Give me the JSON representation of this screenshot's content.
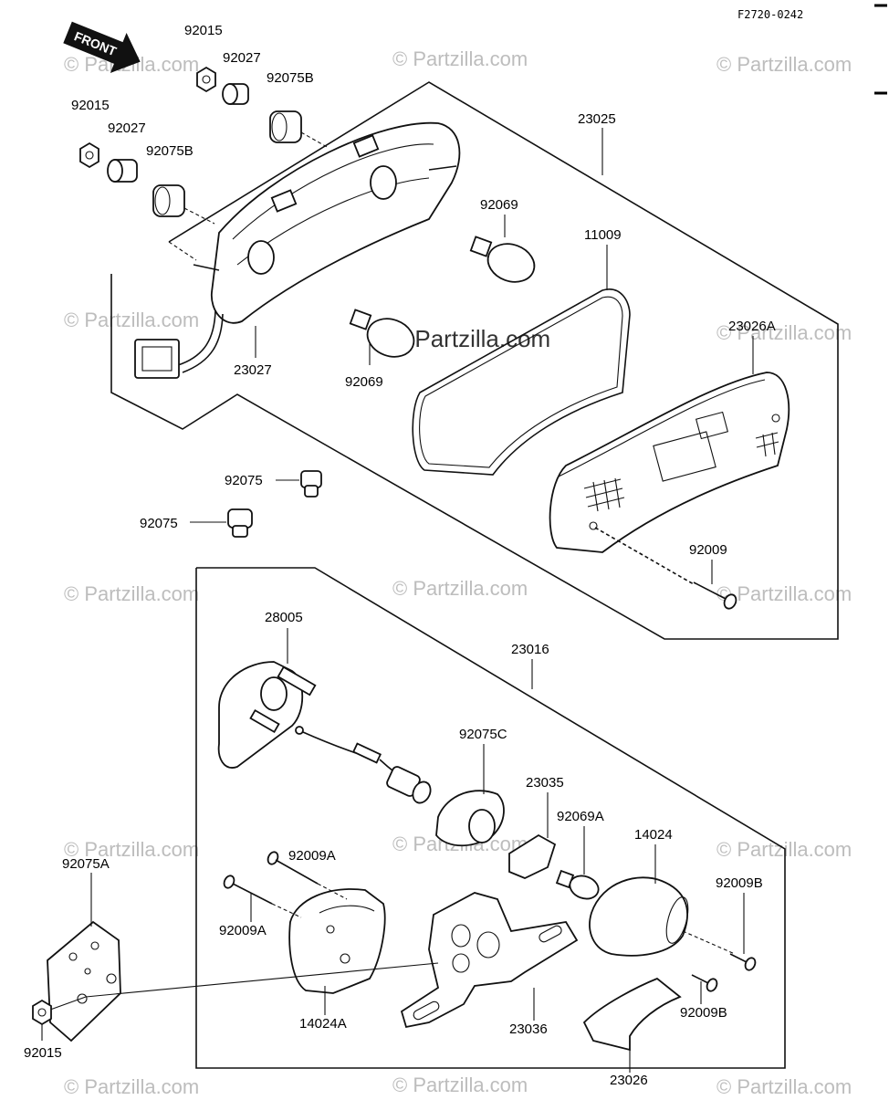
{
  "diagram": {
    "code": "F2720-0242",
    "front_arrow": "FRONT",
    "watermark": "© Partzilla.com",
    "center_watermark": "© Partzilla.com",
    "labels": {
      "l92015_top": "92015",
      "l92027_top": "92027",
      "l92075B_top": "92075B",
      "l92015_left": "92015",
      "l92027_left": "92027",
      "l92075B_left": "92075B",
      "l23025": "23025",
      "l92069_top": "92069",
      "l11009": "11009",
      "l23026A": "23026A",
      "l23027": "23027",
      "l92069_bot": "92069",
      "l92075_a": "92075",
      "l92075_b": "92075",
      "l92009": "92009",
      "l28005": "28005",
      "l23016": "23016",
      "l92075C": "92075C",
      "l23035": "23035",
      "l92069A": "92069A",
      "l14024": "14024",
      "l92009A_a": "92009A",
      "l92075A": "92075A",
      "l92009A_b": "92009A",
      "l92009B_a": "92009B",
      "l92009B_b": "92009B",
      "l14024A": "14024A",
      "l23036": "23036",
      "l92015_bot": "92015",
      "l23026": "23026"
    }
  }
}
